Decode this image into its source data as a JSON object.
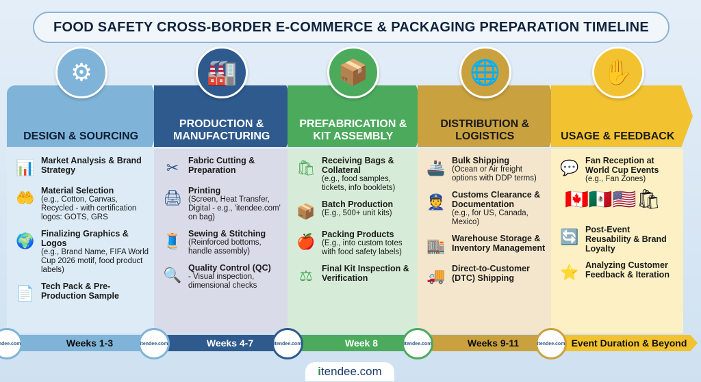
{
  "title": "FOOD SAFETY CROSS-BORDER E-COMMERCE & PACKAGING PREPARATION TIMELINE",
  "colors": {
    "design": "#7fb3d8",
    "production": "#2f5a8e",
    "prefab": "#4caa5c",
    "distribution": "#c9a13e",
    "usage": "#f2c230"
  },
  "phases": [
    {
      "title": "DESIGN & SOURCING",
      "icon": "compass-gear-icon",
      "timeframe": "Weeks 1-3",
      "items": [
        {
          "icon": "monitor-chart-icon",
          "title": "Market Analysis & Brand Strategy",
          "detail": ""
        },
        {
          "icon": "fabric-hand-icon",
          "title": "Material Selection",
          "detail": "(e.g., Cotton, Canvas, Recycled - with certification logos: GOTS, GRS"
        },
        {
          "icon": "fifa-globe-icon",
          "title": "Finalizing Graphics & Logos",
          "detail": "(e.g., Brand Name, FIFA World Cup 2026 motif, food product labels)"
        },
        {
          "icon": "document-pen-icon",
          "title": "Tech Pack & Pre-Production Sample",
          "detail": ""
        }
      ]
    },
    {
      "title": "PRODUCTION & MANUFACTURING",
      "icon": "factory-icon",
      "timeframe": "Weeks 4-7",
      "items": [
        {
          "icon": "cutting-table-icon",
          "title": "Fabric Cutting & Preparation",
          "detail": ""
        },
        {
          "icon": "printer-icon",
          "title": "Printing",
          "detail": "(Screen, Heat Transfer, Digital - e.g., 'itendee.com' on bag)"
        },
        {
          "icon": "sewing-machine-icon",
          "title": "Sewing & Stitching",
          "detail": "(Reinforced bottoms, handle assembly)"
        },
        {
          "icon": "magnifier-eye-icon",
          "title": "Quality Control (QC)",
          "detail": "- Visual inspection, dimensional checks"
        }
      ]
    },
    {
      "title": "PREFABRICATION & KIT ASSEMBLY",
      "icon": "conveyor-icon",
      "timeframe": "Week 8",
      "items": [
        {
          "icon": "bags-icon",
          "title": "Receiving Bags & Collateral",
          "detail": "(e.g., food samples, tickets, info booklets)"
        },
        {
          "icon": "box-icon",
          "title": "Batch Production",
          "detail": "(E.g., 500+ unit kits)"
        },
        {
          "icon": "packing-icon",
          "title": "Packing Products",
          "detail": "(E.g., into custom totes with food safety labels)"
        },
        {
          "icon": "scale-icon",
          "title": "Final Kit Inspection & Verification",
          "detail": ""
        }
      ]
    },
    {
      "title": "DISTRIBUTION & LOGISTICS",
      "icon": "globe-truck-icon",
      "timeframe": "Weeks 9-11",
      "items": [
        {
          "icon": "ship-icon",
          "title": "Bulk Shipping",
          "detail": "(Ocean or Air freight options with DDP terms)"
        },
        {
          "icon": "customs-officer-icon",
          "title": "Customs Clearance & Documentation",
          "detail": "(e.g., for US, Canada, Mexico)"
        },
        {
          "icon": "warehouse-icon",
          "title": "Warehouse Storage & Inventory Management",
          "detail": ""
        },
        {
          "icon": "truck-icon",
          "title": "Direct-to-Customer (DTC) Shipping",
          "detail": ""
        }
      ]
    },
    {
      "title": "USAGE & FEEDBACK",
      "icon": "hand-chat-icon",
      "timeframe": "Event Duration & Beyond",
      "items": [
        {
          "icon": "chat-smile-icon",
          "title": "Fan Reception at World Cup Events",
          "detail": "(e.g., Fan Zones)"
        },
        {
          "icon": "refresh-icon",
          "title": "Post-Event Reusability & Brand Loyalty",
          "detail": ""
        },
        {
          "icon": "review-stars-icon",
          "title": "Analyzing Customer Feedback & Iteration",
          "detail": ""
        }
      ]
    }
  ],
  "seal_text": "itendee.com",
  "logo": {
    "part1": "i",
    "part2": "tendee.com"
  }
}
